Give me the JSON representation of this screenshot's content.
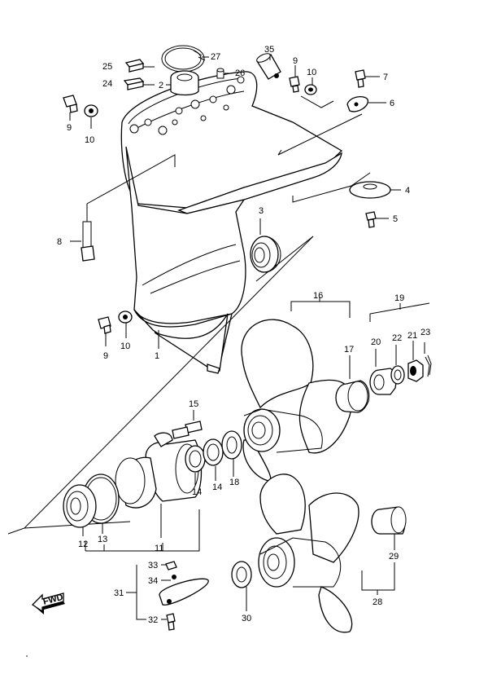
{
  "diagram": {
    "labels": {
      "l1": "1",
      "l2": "2",
      "l3": "3",
      "l4": "4",
      "l5": "5",
      "l6": "6",
      "l7": "7",
      "l8": "8",
      "l9a": "9",
      "l9b": "9",
      "l9c": "9",
      "l10a": "10",
      "l10b": "10",
      "l10c": "10",
      "l11": "11",
      "l12": "12",
      "l13": "13",
      "l14a": "14",
      "l14b": "14",
      "l15": "15",
      "l16": "16",
      "l17": "17",
      "l18": "18",
      "l19": "19",
      "l20": "20",
      "l21": "21",
      "l22": "22",
      "l23": "23",
      "l24": "24",
      "l25": "25",
      "l26": "26",
      "l27": "27",
      "l28": "28",
      "l29": "29",
      "l30": "30",
      "l31": "31",
      "l32": "32",
      "l33": "33",
      "l34": "34",
      "l35": "35"
    },
    "fwd_label": "FWD"
  }
}
